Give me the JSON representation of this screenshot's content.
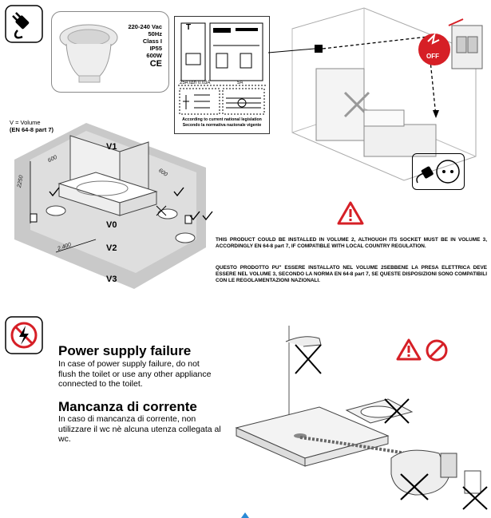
{
  "specs": {
    "voltage": "220-240 Vac",
    "frequency": "50Hz",
    "class": "Class I",
    "ip": "IP55",
    "power": "600W",
    "mark": "CE"
  },
  "panel": {
    "t_label": "T",
    "rating_left": "25A  IΔn 0.03A",
    "rating_right": "5A",
    "legislation_en": "According to current national legislation",
    "legislation_it": "Secondo la normativa nazionale vigente"
  },
  "off_label": "OFF",
  "volumes": {
    "legend": "V =  Volume",
    "norm": "(EN 64-8 part 7)",
    "v0": "V0",
    "v1": "V1",
    "v2": "V2",
    "v3": "V3",
    "dim_600a": "600",
    "dim_600b": "600",
    "dim_2250": "2250",
    "dim_2400": "2.400"
  },
  "warning": {
    "en": "THIS PRODUCT COULD BE INSTALLED IN VOLUME 2, ALTHOUGH ITS SOCKET MUST BE IN VOLUME 3, ACCORDINGLY EN 64-8 part 7, IF COMPATIBLE WITH LOCAL COUNTRY REGULATION.",
    "it": "QUESTO PRODOTTO PU\" ESSERE INSTALLATO NEL VOLUME 2SEBBENE LA PRESA ELETTRICA DEVE ESSERE NEL VOLUME 3, SECONDO LA NORMA EN 64-8 part 7, SE QUESTE DISPOSIZIONI SONO COMPATIBILI CON LE REGOLAMENTAZIONI NAZIONALI."
  },
  "power_failure": {
    "title_en": "Power supply failure",
    "body_en": "In case of power supply failure, do not flush the toilet or use any other appliance connected to the toilet.",
    "title_it": "Mancanza di corrente",
    "body_it": "In caso di mancanza di corrente, non utilizzare il wc nè alcuna utenza collegata al wc."
  }
}
